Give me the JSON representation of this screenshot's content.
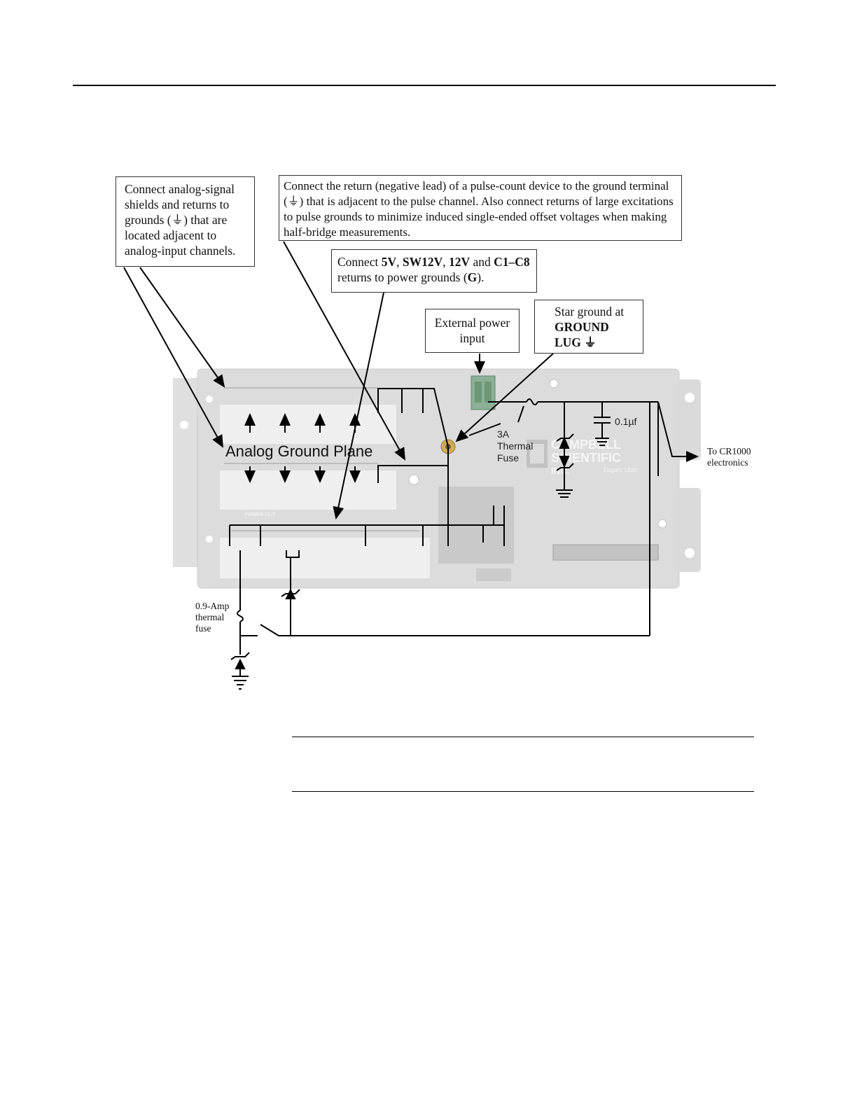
{
  "callouts": {
    "analog": "Connect analog-signal shields and returns to grounds (⏚) that are located adjacent to analog-input channels.",
    "pulse": "Connect the return (negative lead) of a pulse-count device to the ground terminal (⏚) that is adjacent to the pulse channel.  Also connect returns of large excitations to pulse grounds to minimize induced single-ended offset voltages when making half-bridge measurements.",
    "power_parts": [
      "Connect ",
      "5V",
      ", ",
      "SW12V",
      ", ",
      "12V",
      " and ",
      "C1–C8",
      " returns to power grounds (",
      "G",
      ")."
    ],
    "external_power": "External power input",
    "star_ground_line1": "Star ground at",
    "star_ground_line2": "GROUND",
    "star_ground_line3": "LUG ⏚"
  },
  "labels": {
    "analog_ground_plane": "Analog Ground Plane",
    "fuse_3a": [
      "3A",
      "Thermal",
      "Fuse"
    ],
    "capacitor": "0.1µf",
    "to_cr1000": [
      "To CR1000",
      "electronics"
    ],
    "fuse_09": [
      "0.9-Amp",
      "thermal",
      "fuse"
    ],
    "brand": [
      "CAMPBELL",
      "SCIENTIFIC",
      "INC."
    ],
    "brand_sub": "Logan, Utah",
    "power_out": "POWER OUT"
  },
  "colors": {
    "panel": "#d8d8d8",
    "panel_light": "#eeeeee",
    "wire": "#000000",
    "lug": "#c8a040"
  }
}
